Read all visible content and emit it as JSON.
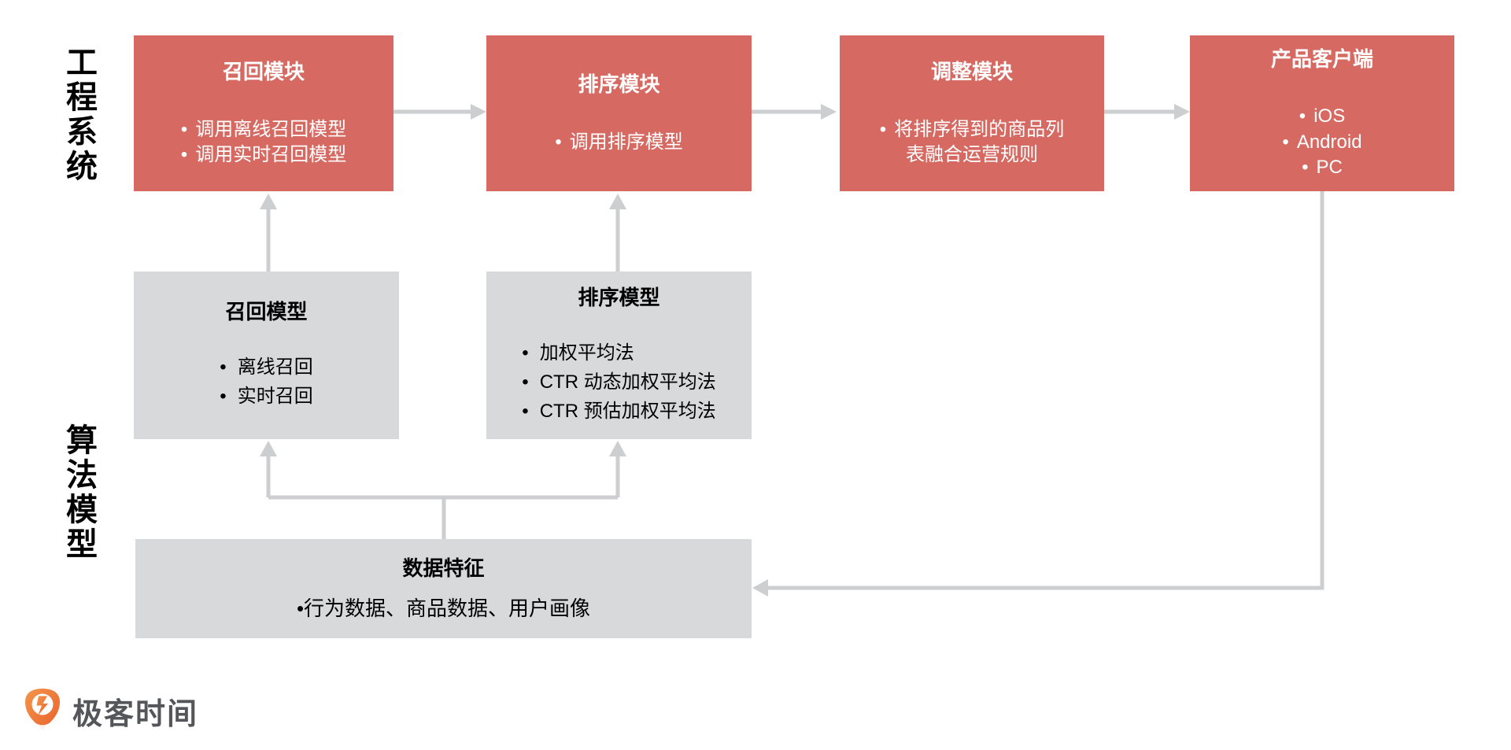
{
  "section_labels": {
    "engineering": "工程系统",
    "algorithm": "算法模型"
  },
  "colors": {
    "module_box": "#D66A62",
    "model_box": "#D8D9DB",
    "arrow": "#CDCED0",
    "module_text": "#FFFFFF",
    "model_text": "#000000",
    "logo_orange": "#E8622C",
    "logo_text_color": "#55565A"
  },
  "modules": [
    {
      "title": "召回模块",
      "bullets": [
        "调用离线召回模型",
        "调用实时召回模型"
      ]
    },
    {
      "title": "排序模块",
      "bullets": [
        "调用排序模型"
      ]
    },
    {
      "title": "调整模块",
      "bullets": [
        "将排序得到的商品列表融合运营规则"
      ]
    },
    {
      "title": "产品客户端",
      "bullets": [
        "iOS",
        "Android",
        "PC"
      ]
    }
  ],
  "models": [
    {
      "title": "召回模型",
      "bullets": [
        "离线召回",
        "实时召回"
      ]
    },
    {
      "title": "排序模型",
      "bullets": [
        "加权平均法",
        "CTR 动态加权平均法",
        "CTR 预估加权平均法"
      ]
    }
  ],
  "data_features": {
    "title": "数据特征",
    "bullet": "行为数据、商品数据、用户画像"
  },
  "logo": {
    "text": "极客时间",
    "icon": "geektime-pin-icon"
  }
}
